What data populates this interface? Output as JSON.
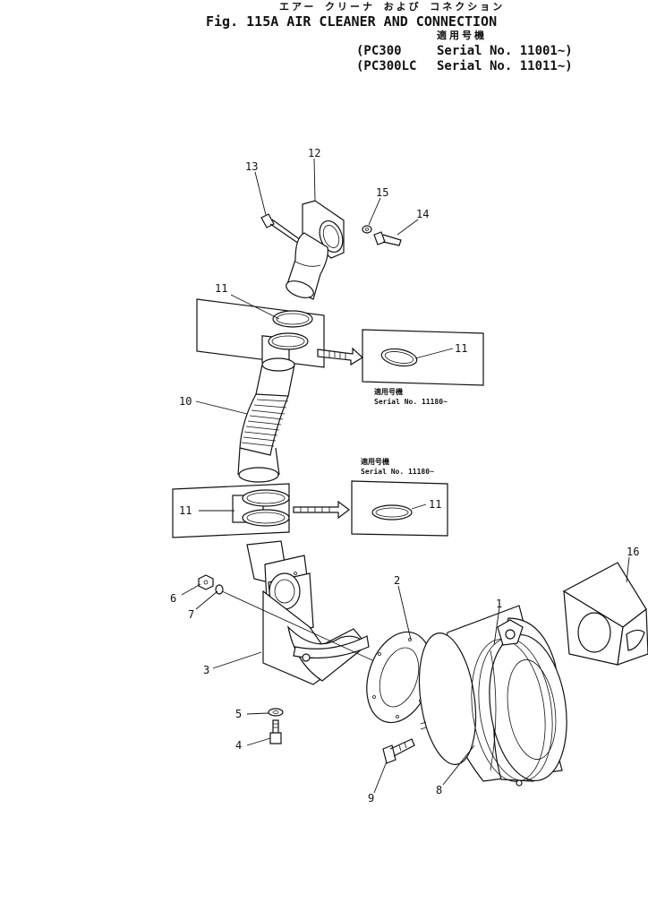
{
  "header": {
    "jp_title": "エアー クリーナ および コネクション",
    "title": "Fig. 115A  AIR CLEANER AND CONNECTION",
    "applicable_jp": "適用号機",
    "serial_lines": [
      {
        "model": "(PC300",
        "serial": "Serial  No. 11001~)"
      },
      {
        "model": "(PC300LC",
        "serial": "Serial No. 11011~)"
      }
    ]
  },
  "insets": [
    {
      "applicable_jp": "適用号機",
      "serial_note": "Serial No. 11180~"
    },
    {
      "applicable_jp": "適用号機",
      "serial_note": "Serial No. 11180~"
    }
  ],
  "callouts": [
    "13",
    "12",
    "15",
    "14",
    "11",
    "11",
    "10",
    "11",
    "11",
    "16",
    "2",
    "1",
    "6",
    "7",
    "3",
    "5",
    "4",
    "9",
    "8"
  ]
}
